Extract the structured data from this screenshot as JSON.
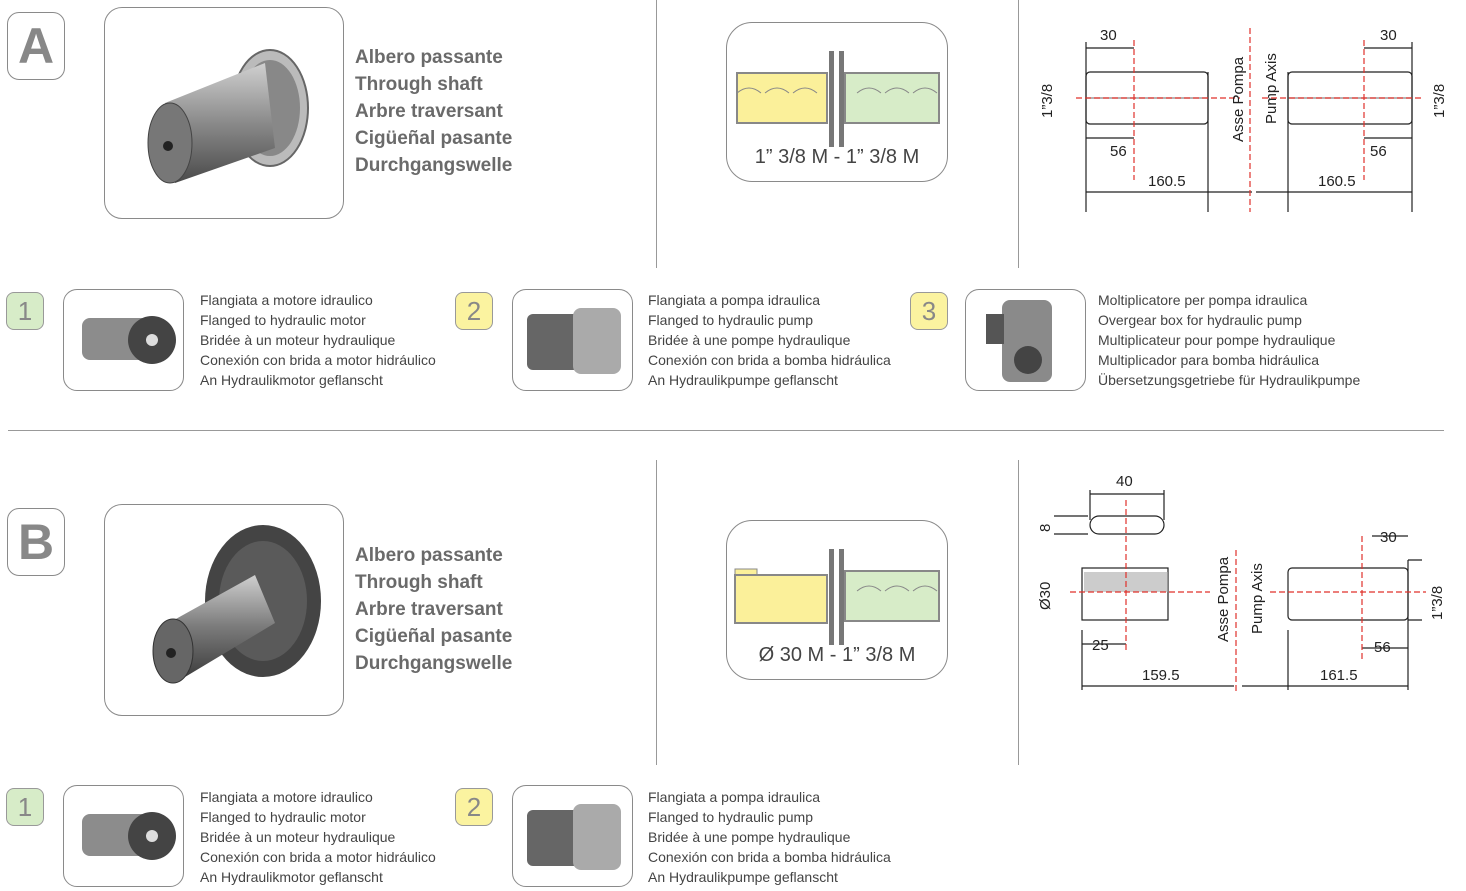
{
  "section_a": {
    "letter": "A",
    "names": [
      "Albero passante",
      "Through shaft",
      "Arbre traversant",
      "Cigüeñal pasante",
      "Durchgangswelle"
    ],
    "shaft_label": "1” 3/8 M - 1” 3/8 M",
    "drawing": {
      "left_top": "30",
      "right_top": "30",
      "left_side": "1”3/8",
      "right_side": "1”3/8",
      "left_mid": "56",
      "right_mid": "56",
      "left_total": "160.5",
      "right_total": "160.5",
      "axis_it": "Asse Pompa",
      "axis_en": "Pump Axis"
    },
    "options": [
      {
        "num": "1",
        "lines": [
          "Flangiata a motore idraulico",
          "Flanged to hydraulic motor",
          "Bridée à un moteur hydraulique",
          "Conexión con brida a motor hidráulico",
          "An Hydraulikmotor geflanscht"
        ]
      },
      {
        "num": "2",
        "lines": [
          "Flangiata a pompa idraulica",
          "Flanged to hydraulic pump",
          "Bridée à une pompe hydraulique",
          "Conexión con brida a bomba hidráulica",
          "An Hydraulikpumpe geflanscht"
        ]
      },
      {
        "num": "3",
        "lines": [
          "Moltiplicatore per pompa idraulica",
          "Overgear box for hydraulic pump",
          "Multiplicateur pour pompe hydraulique",
          "Multiplicador para bomba hidráulica",
          "Übersetzungsgetriebe für Hydraulikpumpe"
        ]
      }
    ]
  },
  "section_b": {
    "letter": "B",
    "names": [
      "Albero passante",
      "Through shaft",
      "Arbre traversant",
      "Cigüeñal pasante",
      "Durchgangswelle"
    ],
    "shaft_label": "Ø 30 M  -  1” 3/8 M",
    "drawing": {
      "key_len": "40",
      "key_h": "8",
      "dia": "Ø30",
      "left_len": "25",
      "left_total": "159.5",
      "right_top": "30",
      "right_side": "1”3/8",
      "right_mid": "56",
      "right_total": "161.5",
      "axis_it": "Asse Pompa",
      "axis_en": "Pump Axis"
    },
    "options": [
      {
        "num": "1",
        "lines": [
          "Flangiata a motore idraulico",
          "Flanged to hydraulic motor",
          "Bridée à un moteur hydraulique",
          "Conexión con brida a motor hidráulico",
          "An Hydraulikmotor geflanscht"
        ]
      },
      {
        "num": "2",
        "lines": [
          "Flangiata a pompa idraulica",
          "Flanged to hydraulic pump",
          "Bridée à une pompe hydraulique",
          "Conexión con brida a bomba hidráulica",
          "An Hydraulikpumpe geflanscht"
        ]
      }
    ]
  },
  "colors": {
    "green": "#d7ecc8",
    "yellow": "#fbf3a0",
    "red_axis": "#e0312b"
  }
}
